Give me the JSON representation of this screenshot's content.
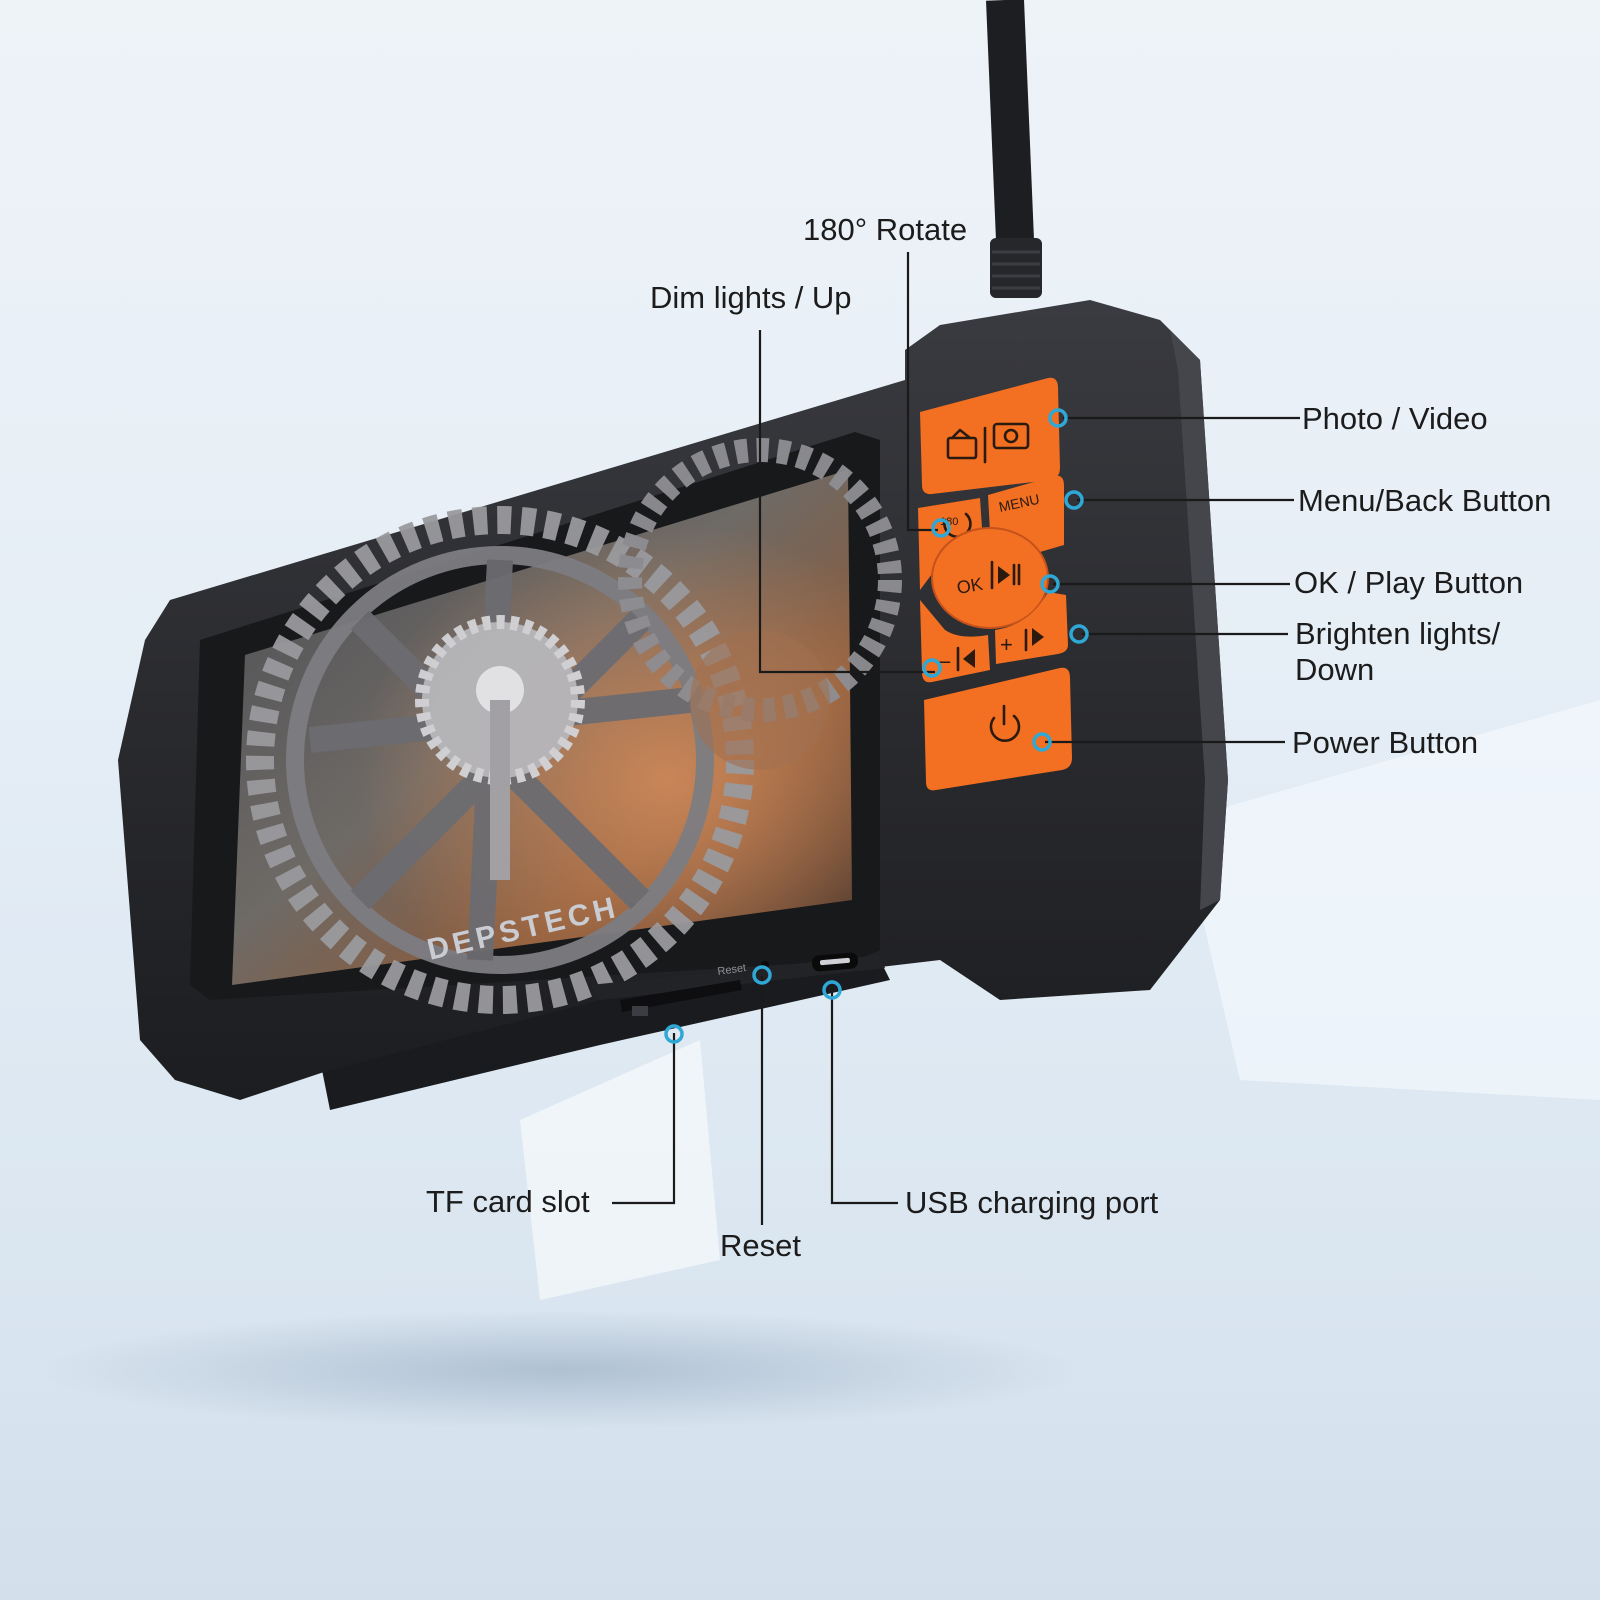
{
  "brand": "DEPSTECH",
  "callouts": {
    "rotate": "180° Rotate",
    "dim_up": "Dim lights / Up",
    "photo_video": "Photo / Video",
    "menu_back": "Menu/Back Button",
    "ok_play": "OK / Play Button",
    "brighten_line1": "Brighten lights/",
    "brighten_line2": "Down",
    "power": "Power Button",
    "tf_card": "TF card slot",
    "reset": "Reset",
    "usb": "USB charging port"
  },
  "button_glyphs": {
    "menu": "MENU",
    "ok": "OK",
    "minus": "–",
    "plus": "+",
    "rotate": "180"
  },
  "port_labels": {
    "reset": "Reset"
  },
  "colors": {
    "accent_orange": "#f36f21",
    "device_body": "#2b2c30",
    "callout_dot": "#2fa8d6"
  },
  "icons": [
    "camcorder-icon",
    "camera-icon",
    "rotate-icon",
    "play-pause-icon",
    "prev-icon",
    "next-icon",
    "power-icon"
  ]
}
